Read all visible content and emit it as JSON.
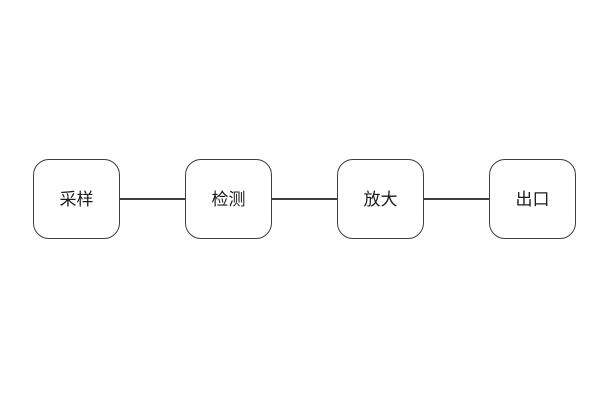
{
  "diagram": {
    "type": "flowchart",
    "direction": "horizontal",
    "nodes": [
      {
        "label": "采样"
      },
      {
        "label": "检测"
      },
      {
        "label": "放大"
      },
      {
        "label": "出口"
      }
    ],
    "edges": [
      [
        0,
        1
      ],
      [
        1,
        2
      ],
      [
        2,
        3
      ]
    ],
    "colors": {
      "background": "#ffffff",
      "node_fill": "#ffffff",
      "node_border": "#3f3f3f",
      "connector": "#3f3f3f",
      "text": "#1b1b1b"
    }
  }
}
